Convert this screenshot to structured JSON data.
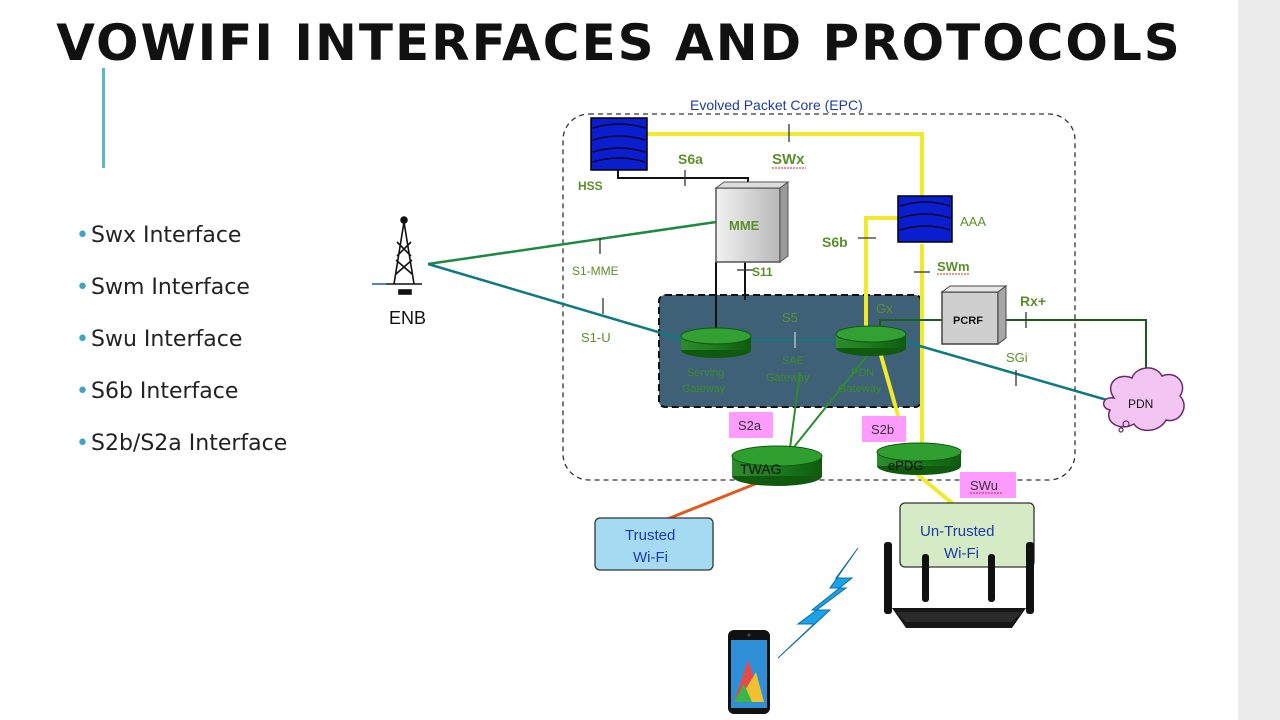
{
  "slide": {
    "title": "VOWIFI INTERFACES AND PROTOCOLS",
    "bullets": [
      "Swx Interface",
      "Swm Interface",
      "Swu Interface",
      "S6b Interface",
      "S2b/S2a Interface"
    ]
  },
  "diagram": {
    "epc_label": "Evolved Packet Core (EPC)",
    "nodes": {
      "hss": "HSS",
      "mme": "MME",
      "aaa": "AAA",
      "pcrf": "PCRF",
      "pdn": "PDN",
      "enb": "ENB",
      "serving_gw_1": "Serving",
      "serving_gw_2": "Gateway",
      "sae_gw_1": "SAE",
      "sae_gw_2": "Gateway",
      "pdn_gw_1": "PDN",
      "pdn_gw_2": "Gateway",
      "twag": "TWAG",
      "epdg": "ePDG",
      "trusted_1": "Trusted",
      "trusted_2": "Wi-Fi",
      "untrusted_1": "Un-Trusted",
      "untrusted_2": "Wi-Fi"
    },
    "interfaces": {
      "s6a": "S6a",
      "swx": "SWx",
      "s6b": "S6b",
      "swm": "SWm",
      "s1_mme": "S1-MME",
      "s11": "S11",
      "s5": "S5",
      "s1_u": "S1-U",
      "gx": "Gx",
      "rx": "Rx+",
      "sgi": "SGi",
      "s2a": "S2a",
      "s2b": "S2b",
      "swu": "SWu"
    },
    "colors": {
      "green_text": "#5b8f2a",
      "blue_node": "#0a1ecf",
      "yellow_link": "#f0eb2a",
      "teal_link": "#0e7a82",
      "dark_green_link": "#1b5e1b",
      "gateway_box": "#3e6178",
      "magenta_tag": "#ff9bff",
      "pcrf_gray": "#cfcfcf",
      "trusted_fill": "#a5dbf2",
      "untrusted_fill": "#d5ebc6",
      "pdn_cloud": "#f3c5f3",
      "orange_link": "#e05a1e",
      "lightning_blue": "#1aa3e8"
    }
  }
}
